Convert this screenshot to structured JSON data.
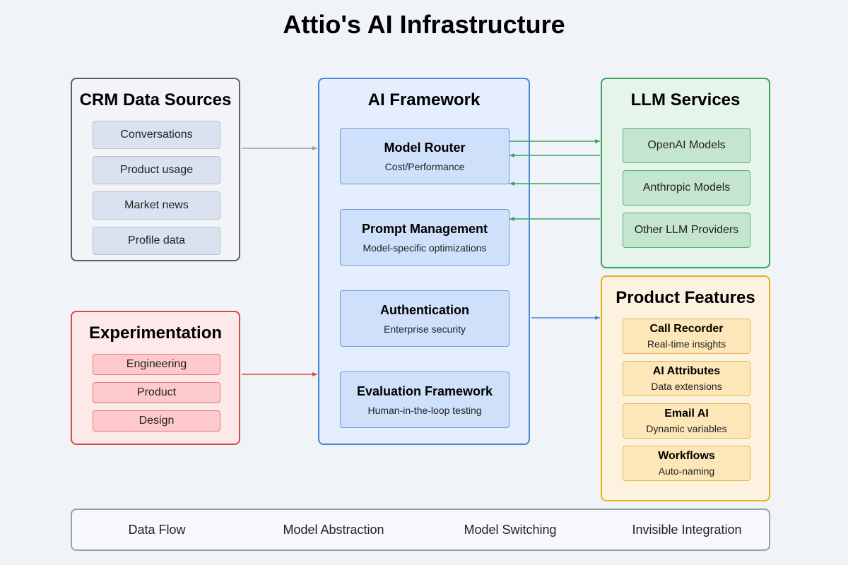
{
  "title": "Attio's AI Infrastructure",
  "crm": {
    "title": "CRM Data Sources",
    "items": [
      "Conversations",
      "Product usage",
      "Market news",
      "Profile data"
    ]
  },
  "experimentation": {
    "title": "Experimentation",
    "items": [
      "Engineering",
      "Product",
      "Design"
    ]
  },
  "ai_framework": {
    "title": "AI Framework",
    "items": [
      {
        "title": "Model Router",
        "subtitle": "Cost/Performance"
      },
      {
        "title": "Prompt Management",
        "subtitle": "Model-specific optimizations"
      },
      {
        "title": "Authentication",
        "subtitle": "Enterprise security"
      },
      {
        "title": "Evaluation Framework",
        "subtitle": "Human-in-the-loop testing"
      }
    ]
  },
  "llm_services": {
    "title": "LLM Services",
    "items": [
      "OpenAI Models",
      "Anthropic Models",
      "Other LLM Providers"
    ]
  },
  "product_features": {
    "title": "Product Features",
    "items": [
      {
        "title": "Call Recorder",
        "subtitle": "Real-time insights"
      },
      {
        "title": "AI Attributes",
        "subtitle": "Data extensions"
      },
      {
        "title": "Email AI",
        "subtitle": "Dynamic variables"
      },
      {
        "title": "Workflows",
        "subtitle": "Auto-naming"
      }
    ]
  },
  "bottom_bar": {
    "items": [
      "Data Flow",
      "Model Abstraction",
      "Model Switching",
      "Invisible Integration"
    ]
  },
  "colors": {
    "gray_arrow": "#9aa0aa",
    "red_arrow": "#d94841",
    "green_arrow": "#3aa35a",
    "blue_arrow": "#4a86d4"
  }
}
